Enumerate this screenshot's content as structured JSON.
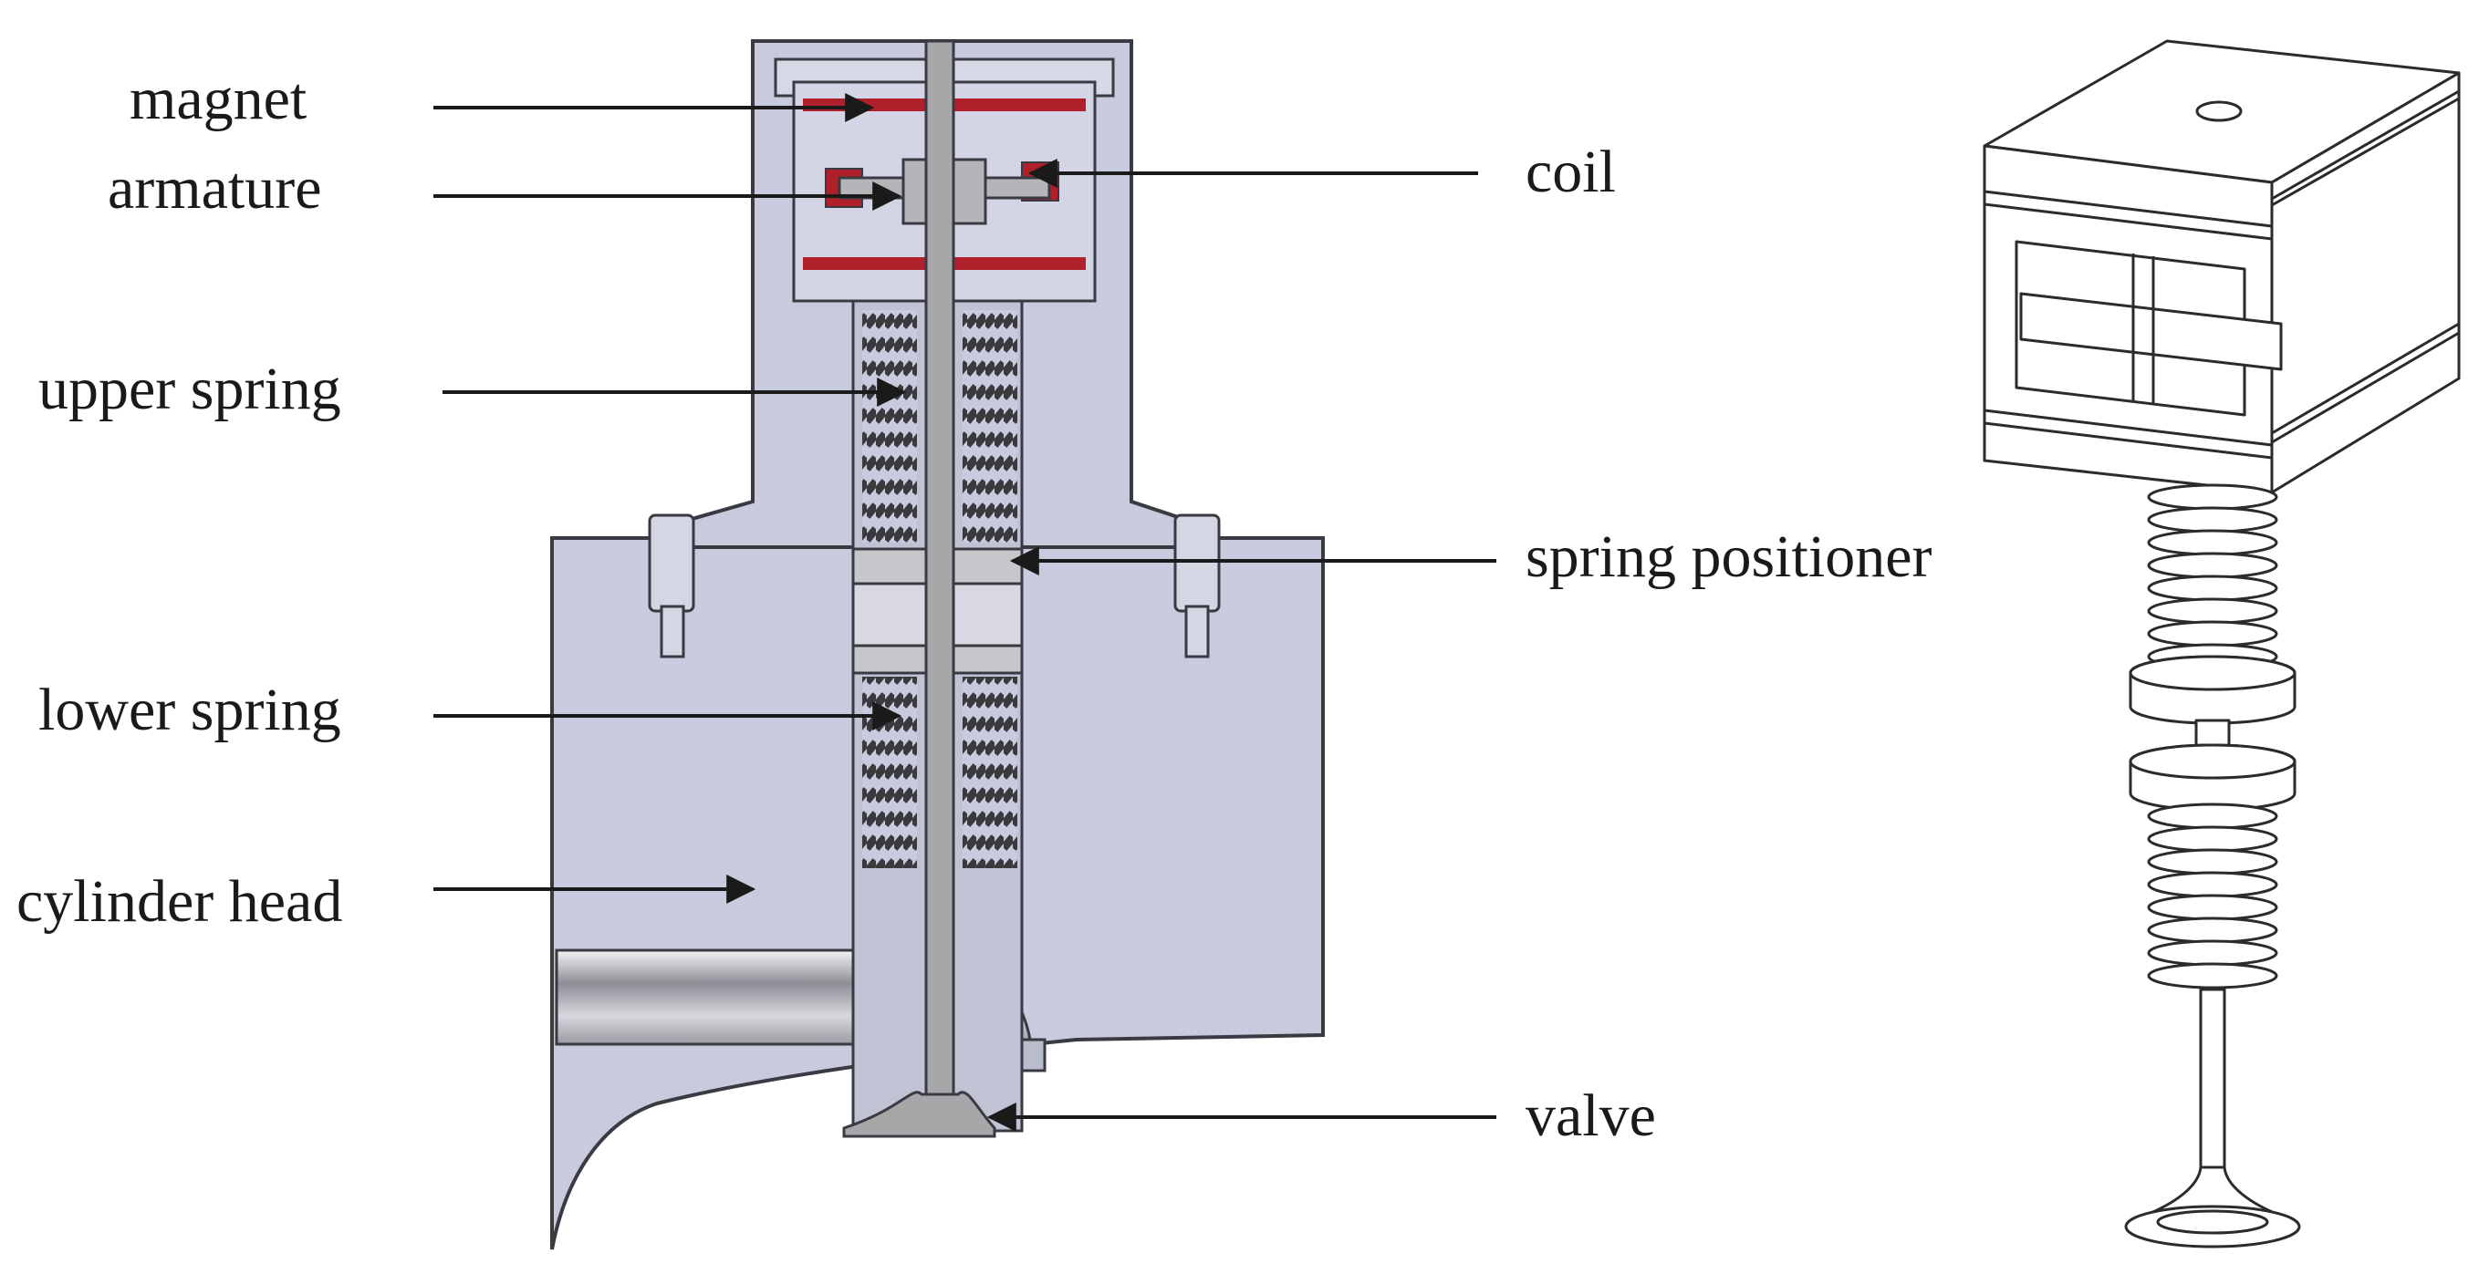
{
  "labels": {
    "magnet": "magnet",
    "armature": "armature",
    "upper_spring": "upper spring",
    "lower_spring": "lower spring",
    "cylinder_head": "cylinder head",
    "coil": "coil",
    "spring_positioner": "spring positioner",
    "valve": "valve"
  },
  "colors": {
    "body": "#c8cbdd",
    "body_dark": "#b9bccd",
    "outline": "#3a3a42",
    "stem": "#a7a7aa",
    "spring": "#3a3a3e",
    "magnet_red": "#b0202a",
    "arrow": "#1a1a1a",
    "iso_line": "#2b2b2b"
  }
}
